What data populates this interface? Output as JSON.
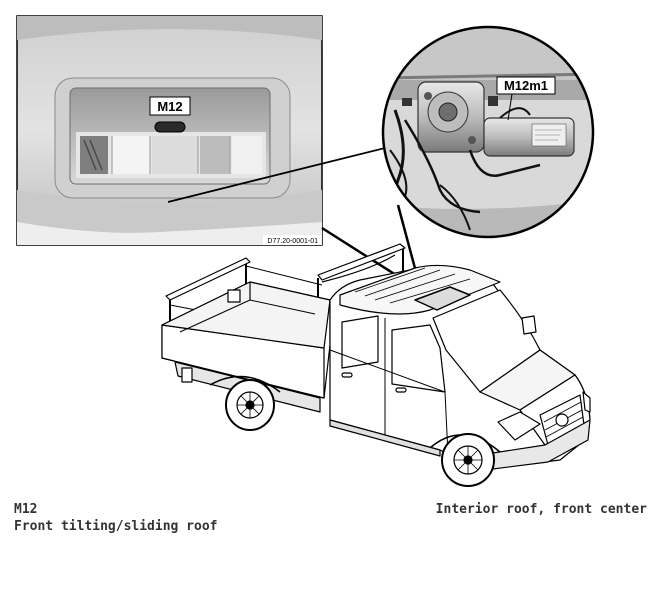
{
  "callouts": {
    "component": "M12",
    "motor": "M12m1"
  },
  "reference_code": "D77.20-0001-01",
  "caption": {
    "component_code": "M12",
    "component_name": "Front tilting/sliding roof",
    "location": "Interior roof, front center"
  }
}
